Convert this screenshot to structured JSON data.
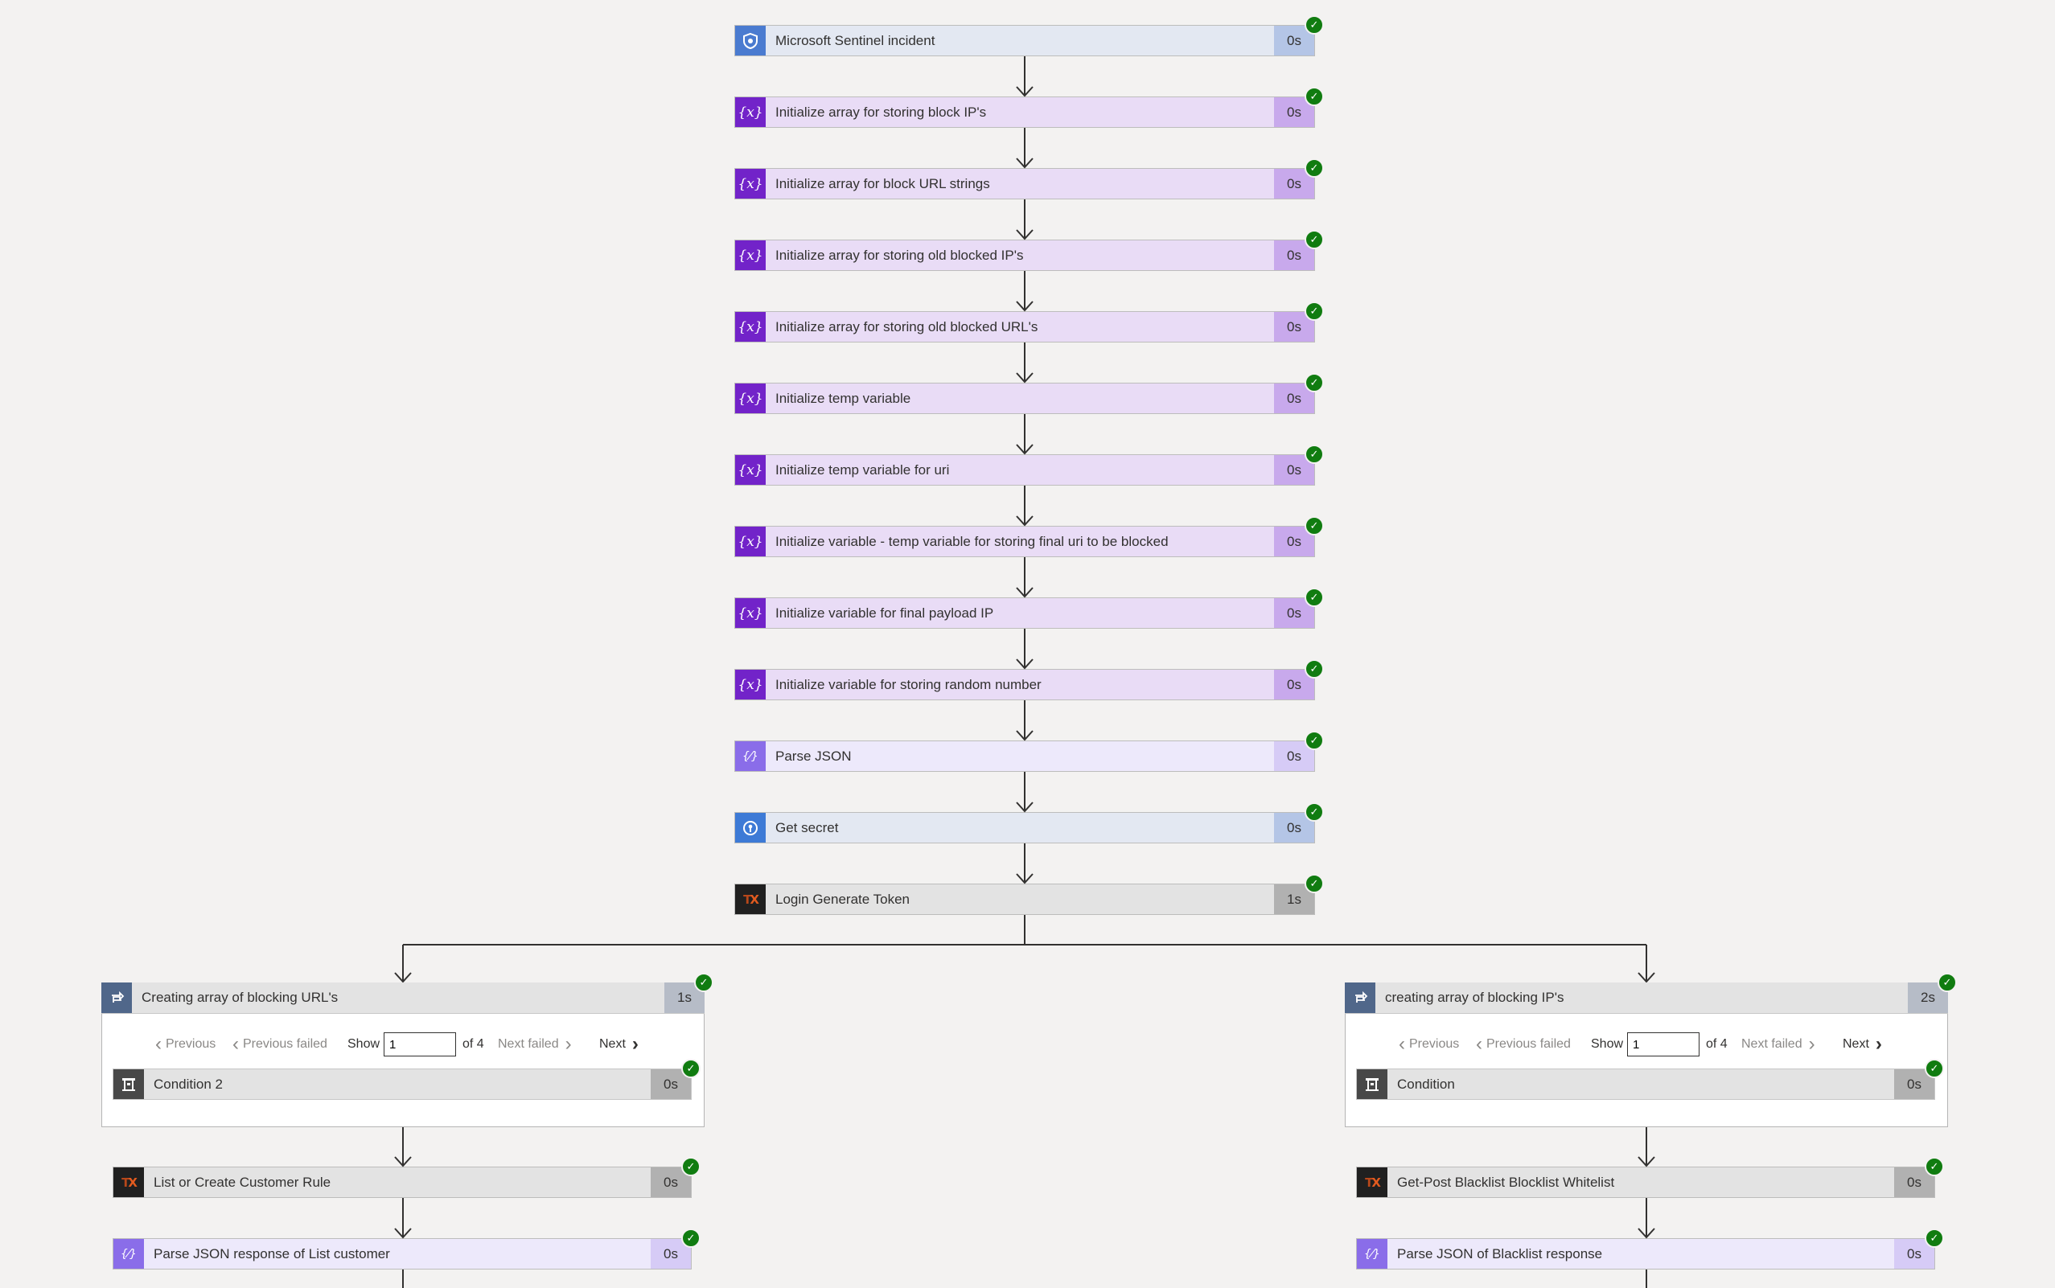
{
  "steps": [
    {
      "title": "Microsoft Sentinel incident",
      "duration": "0s",
      "theme": "sentinel",
      "icon": "sentinel-icon"
    },
    {
      "title": "Initialize array for storing block IP's",
      "duration": "0s",
      "theme": "var",
      "icon": "variable-icon"
    },
    {
      "title": "Initialize array for block URL strings",
      "duration": "0s",
      "theme": "var",
      "icon": "variable-icon"
    },
    {
      "title": "Initialize array for storing old blocked IP's",
      "duration": "0s",
      "theme": "var",
      "icon": "variable-icon"
    },
    {
      "title": "Initialize array for storing old blocked URL's",
      "duration": "0s",
      "theme": "var",
      "icon": "variable-icon"
    },
    {
      "title": "Initialize temp variable",
      "duration": "0s",
      "theme": "var",
      "icon": "variable-icon"
    },
    {
      "title": "Initialize temp variable for uri",
      "duration": "0s",
      "theme": "var",
      "icon": "variable-icon"
    },
    {
      "title": "Initialize variable - temp variable for storing final uri to be blocked",
      "duration": "0s",
      "theme": "var",
      "icon": "variable-icon"
    },
    {
      "title": "Initialize variable for final payload IP",
      "duration": "0s",
      "theme": "var",
      "icon": "variable-icon"
    },
    {
      "title": "Initialize variable for storing random number",
      "duration": "0s",
      "theme": "var",
      "icon": "variable-icon"
    },
    {
      "title": "Parse JSON",
      "duration": "0s",
      "theme": "json",
      "icon": "parse-json-icon"
    },
    {
      "title": "Get secret",
      "duration": "0s",
      "theme": "vault",
      "icon": "key-vault-icon"
    },
    {
      "title": "Login Generate Token",
      "duration": "1s",
      "theme": "api",
      "icon": "api-connector-icon"
    }
  ],
  "branches": [
    {
      "loop_title": "Creating array of blocking URL's",
      "loop_duration": "1s",
      "pager": {
        "previous": "Previous",
        "previous_failed": "Previous failed",
        "show": "Show",
        "current": "1",
        "of": "of 4",
        "next_failed": "Next failed",
        "next": "Next"
      },
      "inner": {
        "title": "Condition 2",
        "duration": "0s"
      },
      "after": [
        {
          "title": "List or Create Customer Rule",
          "duration": "0s",
          "theme": "api",
          "icon": "api-connector-icon"
        },
        {
          "title": "Parse JSON response of List customer",
          "duration": "0s",
          "theme": "json",
          "icon": "parse-json-icon"
        }
      ]
    },
    {
      "loop_title": "creating array of blocking IP's",
      "loop_duration": "2s",
      "pager": {
        "previous": "Previous",
        "previous_failed": "Previous failed",
        "show": "Show",
        "current": "1",
        "of": "of 4",
        "next_failed": "Next failed",
        "next": "Next"
      },
      "inner": {
        "title": "Condition",
        "duration": "0s"
      },
      "after": [
        {
          "title": "Get-Post Blacklist Blocklist Whitelist",
          "duration": "0s",
          "theme": "api",
          "icon": "api-connector-icon"
        },
        {
          "title": "Parse JSON of Blacklist response",
          "duration": "0s",
          "theme": "json",
          "icon": "parse-json-icon"
        }
      ]
    }
  ],
  "status_icon": "success-check-icon",
  "colors": {
    "background": "#f3f2f1",
    "success": "#107c10",
    "variable_accent": "#7223c9",
    "connector": "#323130"
  }
}
